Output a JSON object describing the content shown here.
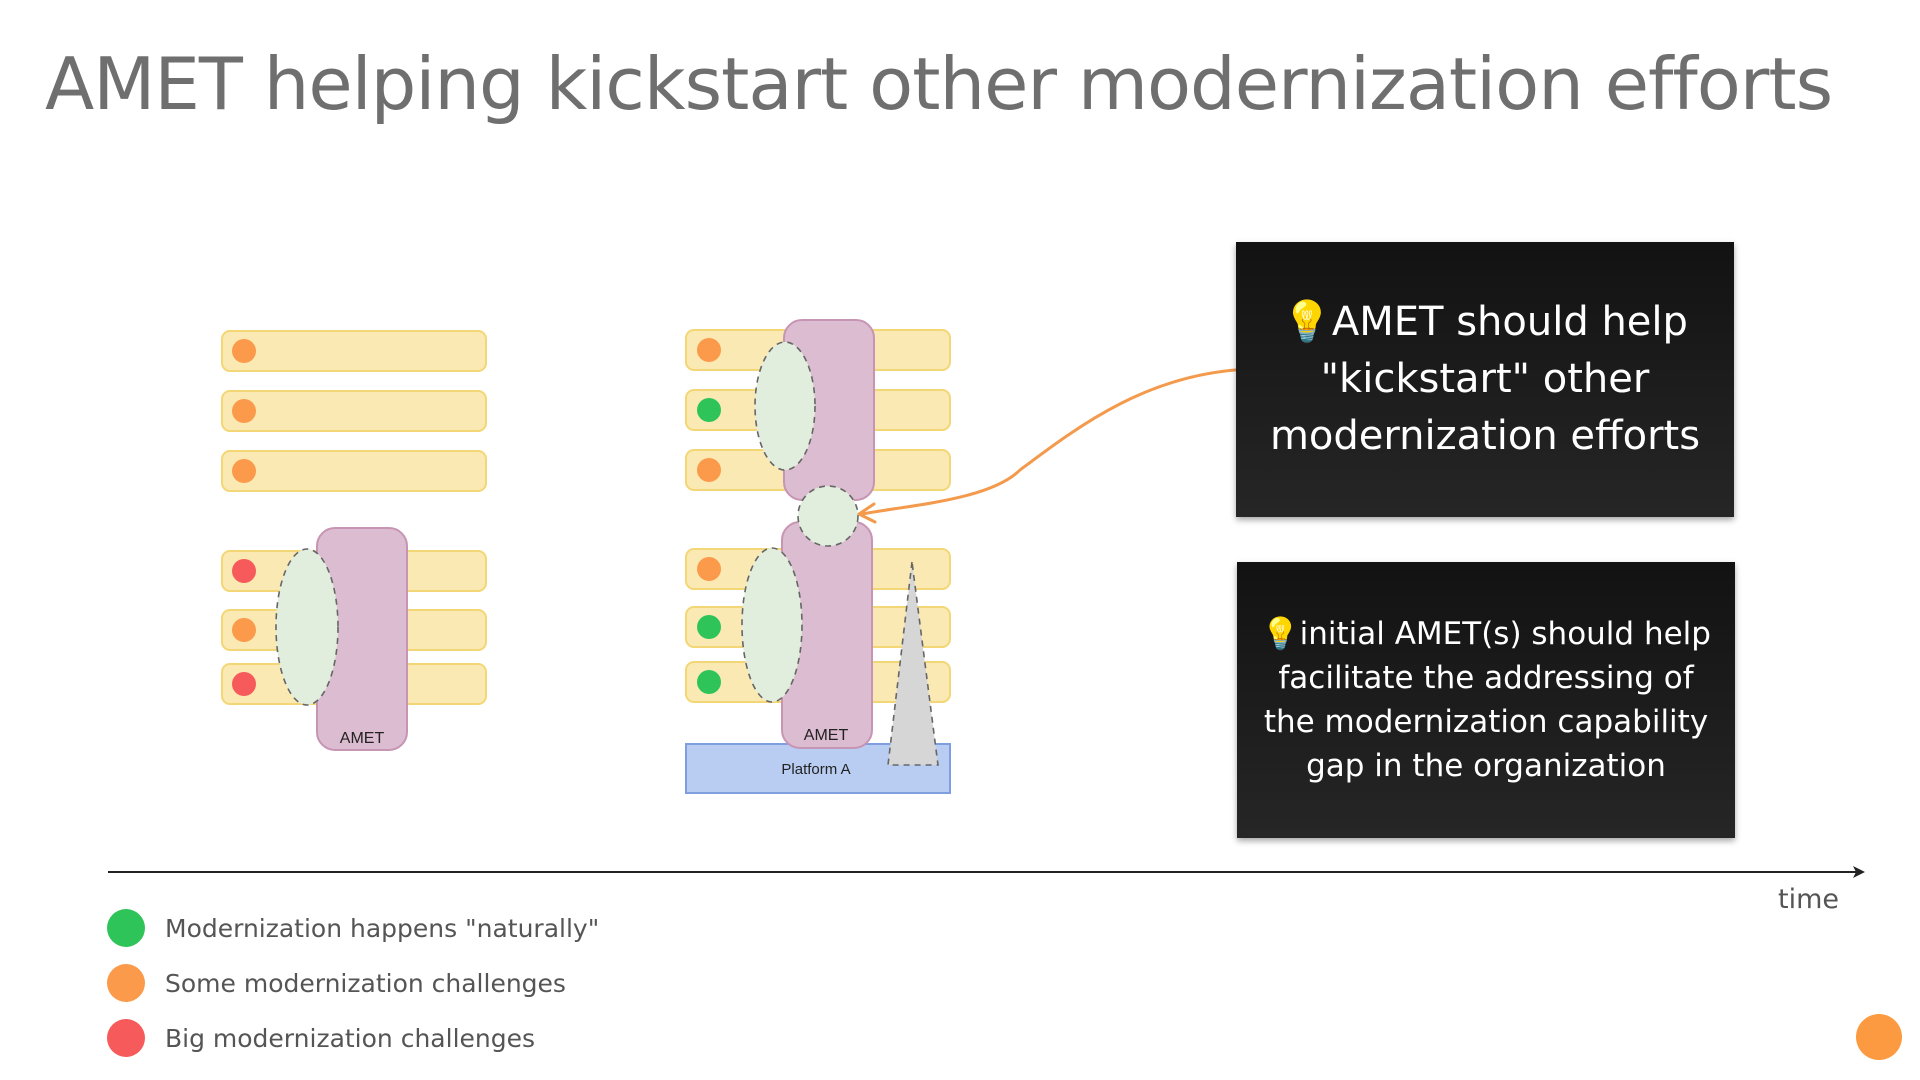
{
  "slide": {
    "title": "AMET helping kickstart other modernization efforts"
  },
  "diagram": {
    "left_group": {
      "rows_top": [
        {
          "status": "orange"
        },
        {
          "status": "orange"
        },
        {
          "status": "orange"
        }
      ],
      "rows_bottom": [
        {
          "status": "red"
        },
        {
          "status": "orange"
        },
        {
          "status": "red"
        }
      ],
      "amet_label": "AMET"
    },
    "right_group": {
      "rows_top": [
        {
          "status": "orange"
        },
        {
          "status": "green"
        },
        {
          "status": "orange"
        }
      ],
      "rows_bottom": [
        {
          "status": "orange"
        },
        {
          "status": "green"
        },
        {
          "status": "green"
        }
      ],
      "amet_label": "AMET",
      "platform_label": "Platform A"
    },
    "time_label": "time"
  },
  "callouts": [
    {
      "icon": "lightbulb-icon",
      "bulb": "💡",
      "text": "AMET should help \"kickstart\" other modernization efforts"
    },
    {
      "icon": "lightbulb-icon",
      "bulb": "💡",
      "text": "initial AMET(s) should help facilitate the addressing of the modernization capability gap in the organization"
    }
  ],
  "legend": [
    {
      "color_key": "green",
      "label": "Modernization happens \"naturally\""
    },
    {
      "color_key": "orange",
      "label": "Some modernization challenges"
    },
    {
      "color_key": "red",
      "label": "Big modernization challenges"
    }
  ],
  "colors": {
    "green": "#2ec45a",
    "orange": "#fb9a4a",
    "red": "#f65a5a",
    "row_fill": "#fbe9b4",
    "row_stroke": "#f3d776",
    "amet_fill": "#dcbcd0",
    "amet_stroke": "#c795b4",
    "ellipse_fill": "#e2eedd",
    "platform_fill": "#b9cdf3",
    "platform_stroke": "#7f9ee0",
    "arrow": "#f39a4c",
    "corner_dot": "#fb9a40"
  }
}
